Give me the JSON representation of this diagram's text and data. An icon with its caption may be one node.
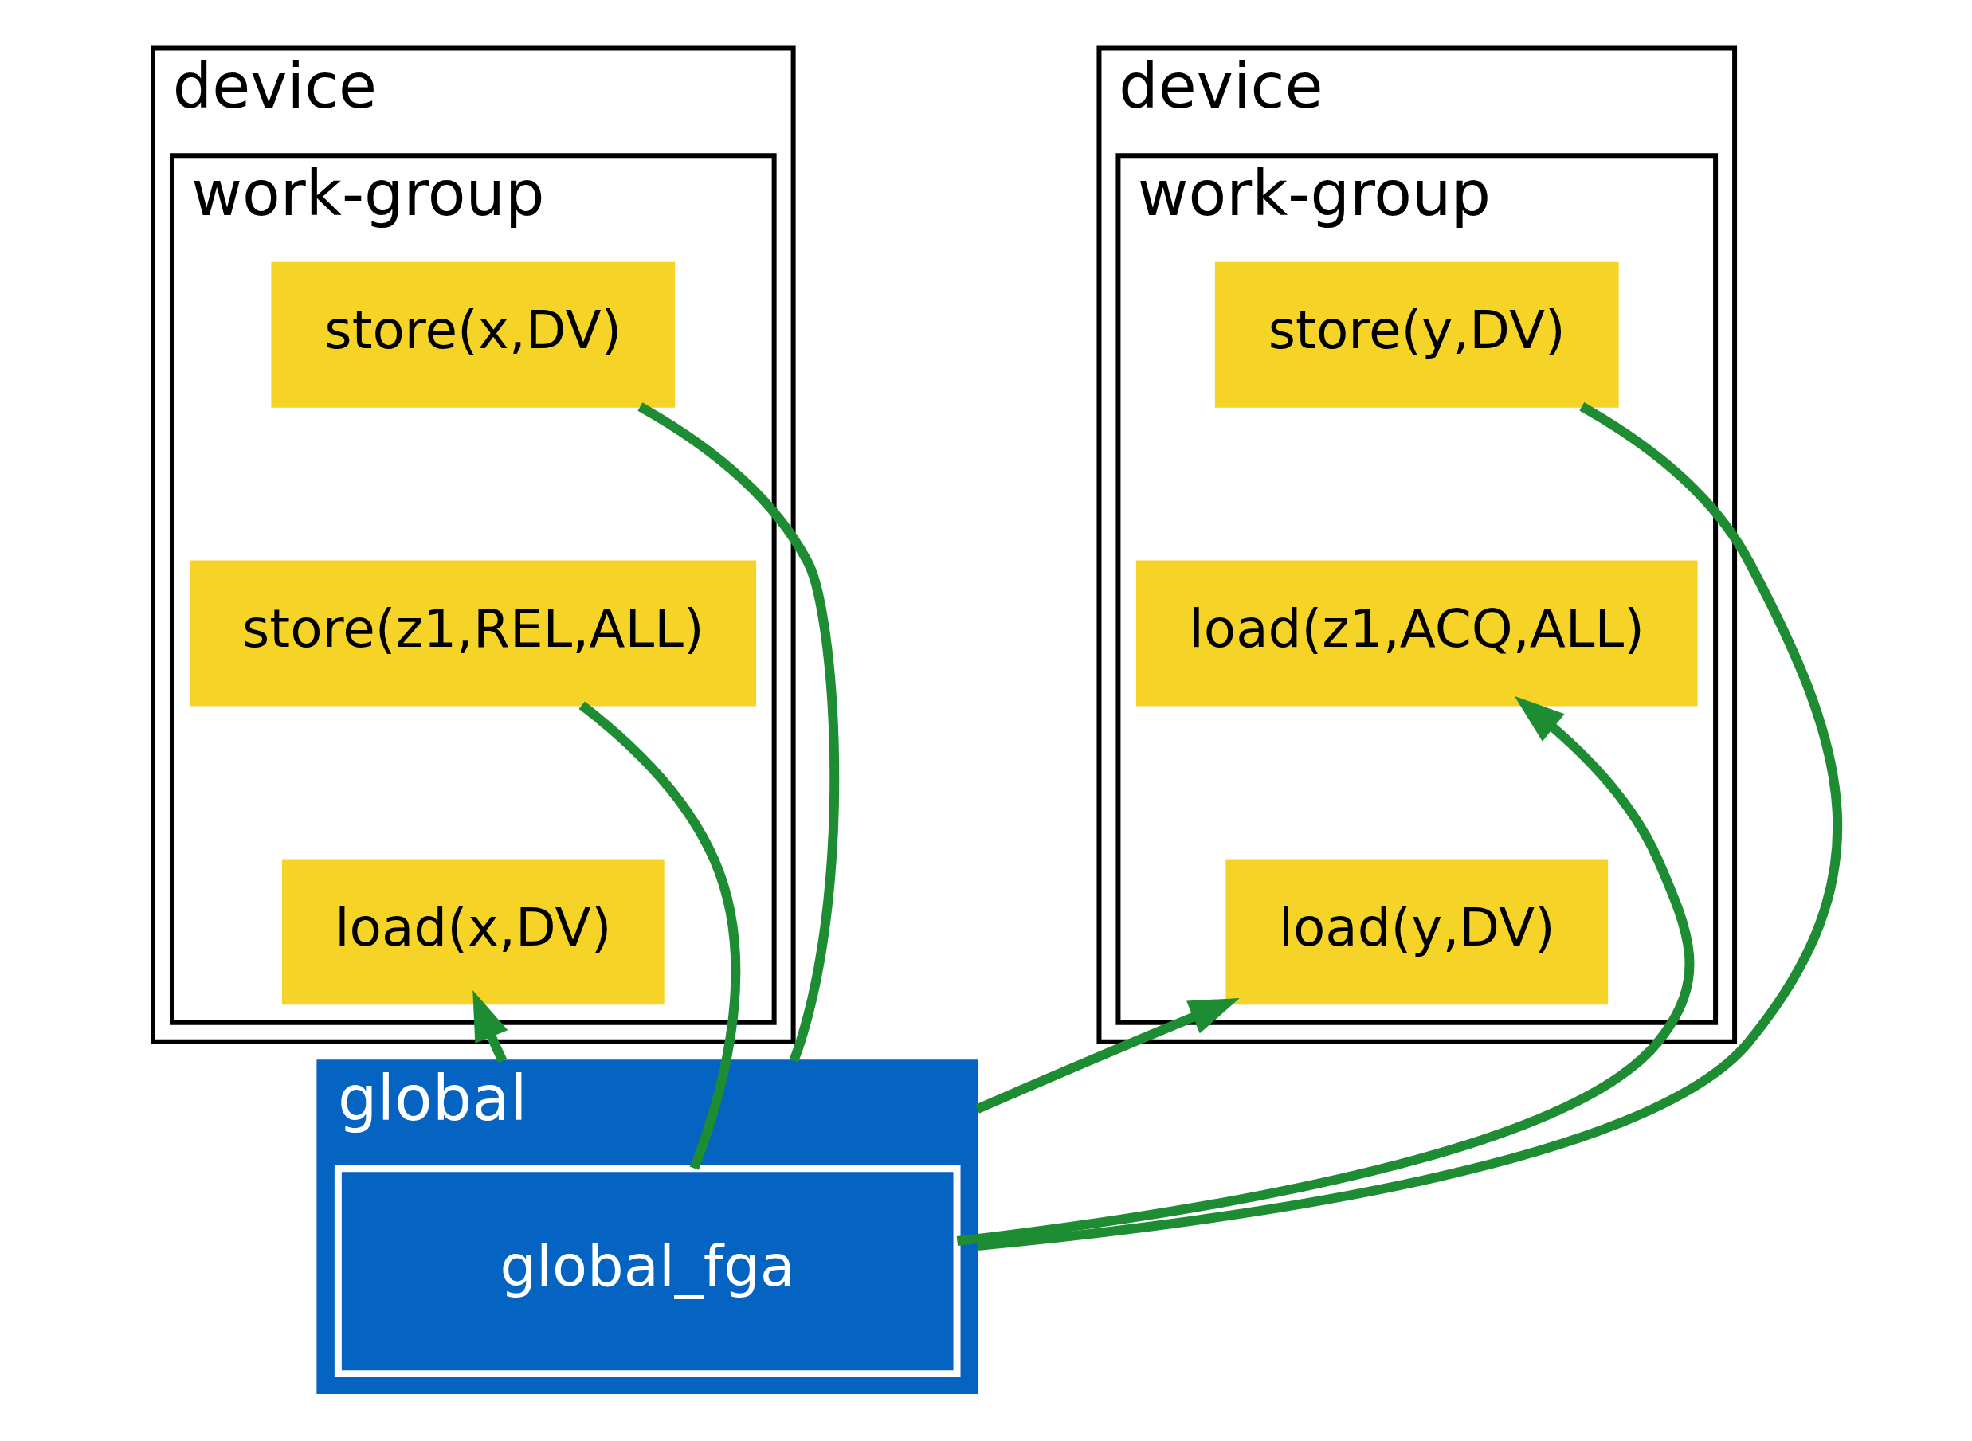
{
  "diagram": {
    "nodes": [
      {
        "text": [
          "device"
        ]
      },
      {
        "text": [
          "work-group"
        ],
        "in": 0
      },
      {
        "text": [
          "store(x,DV)"
        ],
        "in": 1
      },
      {
        "text": [
          "store(z1,REL,ALL)"
        ],
        "in": 1
      },
      {
        "text": [
          "load(x,DV)"
        ],
        "in": 1
      },
      {
        "text": [
          "device"
        ]
      },
      {
        "text": [
          "work-group"
        ],
        "in": 5
      },
      {
        "text": [
          "store(y,DV)"
        ],
        "in": 6
      },
      {
        "text": [
          "load(z1,ACQ,ALL)"
        ],
        "in": 6
      },
      {
        "text": [
          "load(y,DV)"
        ],
        "in": 6
      },
      {
        "text": [
          "global"
        ]
      },
      {
        "text": [
          "global_fga"
        ],
        "in": 10
      }
    ],
    "edges": [
      {
        "from": 2,
        "to": 10,
        "arrow": "none"
      },
      {
        "from": 10,
        "to": 4,
        "arrow": "to"
      },
      {
        "from": 3,
        "to": 11,
        "arrow": "none"
      },
      {
        "from": 11,
        "to": 8,
        "arrow": "to"
      },
      {
        "from": 7,
        "to": 10,
        "arrow": "none"
      },
      {
        "from": 10,
        "to": 9,
        "arrow": "to"
      }
    ]
  }
}
